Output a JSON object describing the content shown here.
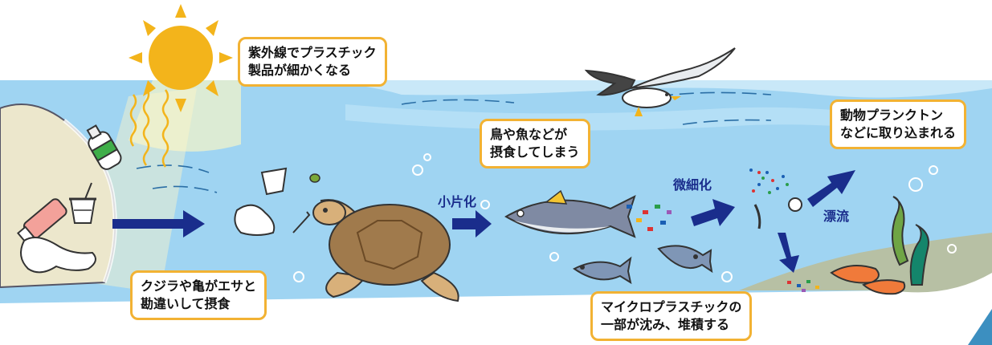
{
  "bubbles": {
    "uv": [
      "紫外線でプラスチック",
      "製品が細かくなる"
    ],
    "bird_fish": [
      "鳥や魚などが",
      "摂食してしまう"
    ],
    "plankton": [
      "動物プランクトン",
      "などに取り込まれる"
    ],
    "whale_turtle": [
      "クジラや亀がエサと",
      "勘違いして摂食"
    ],
    "sink": [
      "マイクロプラスチックの",
      "一部が沈み、堆積する"
    ]
  },
  "labels": {
    "fragment": "小片化",
    "micro": "微細化",
    "drift": "漂流"
  },
  "colors": {
    "sea": "#9fd4f2",
    "sea_light": "#c9e8f8",
    "sand": "#ece7cc",
    "sun": "#f3b41b",
    "arrow": "#1a2d8c",
    "bubble_border": "#f2b233",
    "turtle_shell": "#a07a4c",
    "seabed": "#b7c0a4"
  },
  "icons": [
    "sun-icon",
    "seagull-icon",
    "turtle-icon",
    "tuna-icon",
    "sardine-icon",
    "plankton-icon",
    "shrimp-icon",
    "seaweed-icon",
    "cup-icon",
    "bottle-icon",
    "tube-icon",
    "plastic-bag-icon"
  ]
}
